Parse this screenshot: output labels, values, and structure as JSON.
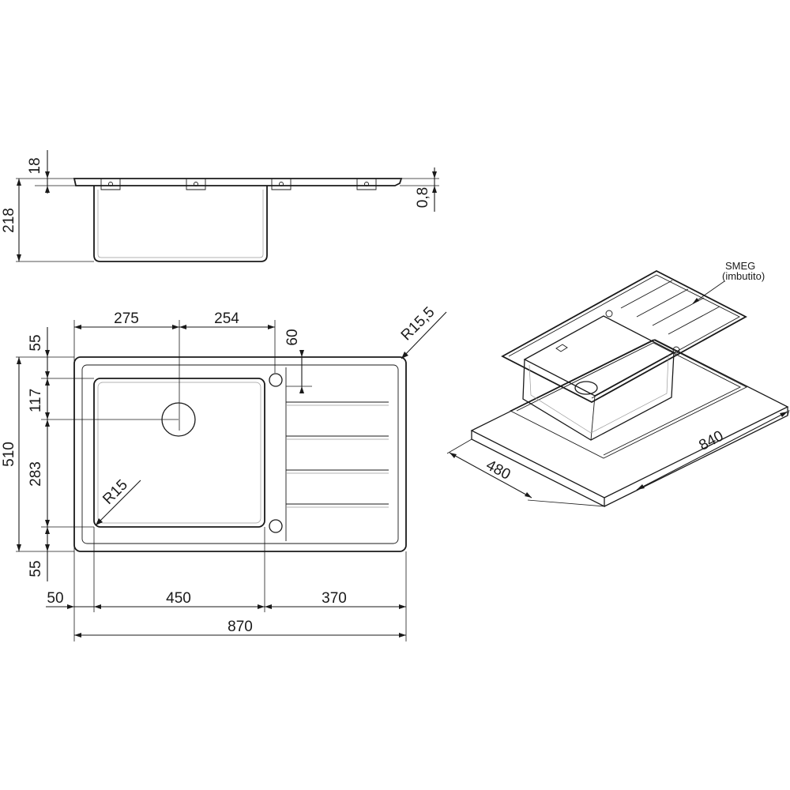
{
  "side_view": {
    "dim_flange": "18",
    "dim_depth": "218",
    "dim_thickness": "0,8"
  },
  "top_view": {
    "dim_top_left": "275",
    "dim_top_right": "254",
    "dim_hole_offset": "60",
    "dim_corner_outer": "R15,5",
    "dim_corner_inner": "R15",
    "dim_left_55_top": "55",
    "dim_left_117": "117",
    "dim_left_283": "283",
    "dim_left_55_bottom": "55",
    "dim_total_height": "510",
    "dim_bottom_50": "50",
    "dim_bottom_450": "450",
    "dim_bottom_370": "370",
    "dim_total_width": "870"
  },
  "iso_view": {
    "dim_cutout_depth": "480",
    "dim_cutout_width": "840",
    "label_brand": "SMEG",
    "label_stamp": "(imbutito)"
  }
}
